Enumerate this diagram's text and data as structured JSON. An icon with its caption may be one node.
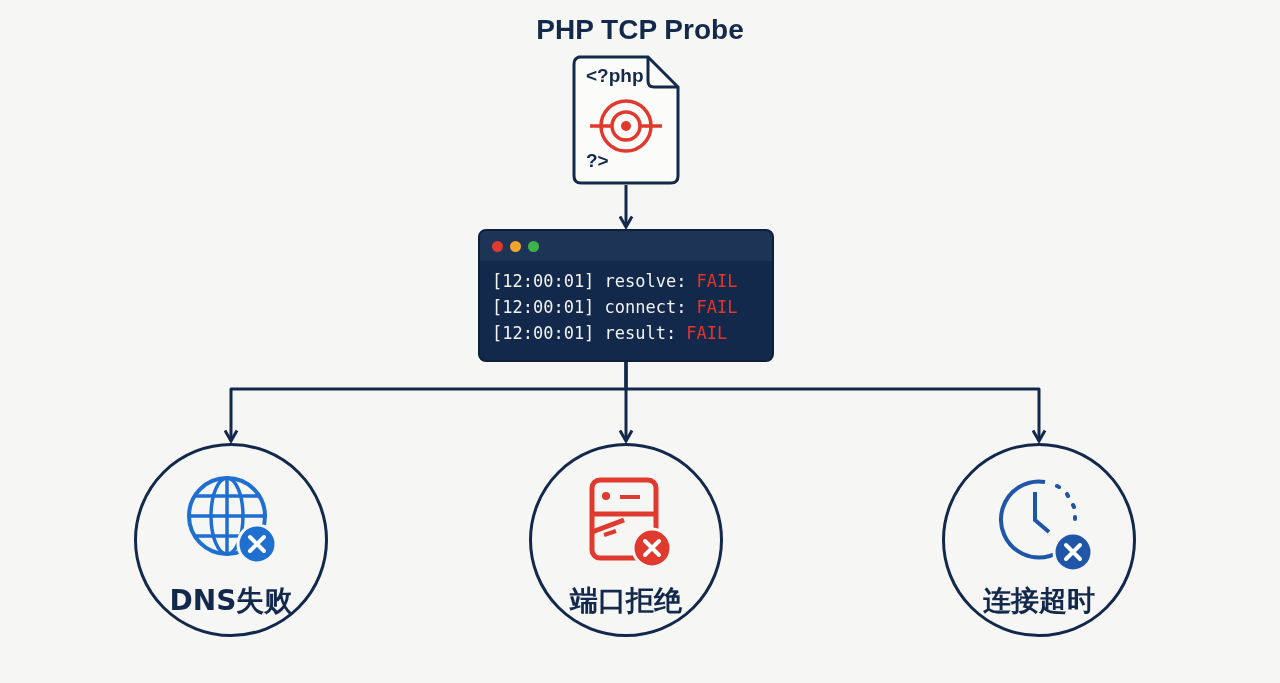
{
  "diagram": {
    "title": "PHP TCP Probe",
    "nodes": [
      {
        "text": [
          "<?php",
          "?>"
        ]
      },
      {
        "text": [
          "[12:00:01] resolve:",
          "FAIL",
          "[12:00:01] connect:",
          "FAIL",
          "[12:00:01] result:",
          "FAIL"
        ]
      },
      {
        "text": [
          "DNS失败"
        ]
      },
      {
        "text": [
          "端口拒绝"
        ]
      },
      {
        "text": [
          "连接超时"
        ]
      }
    ],
    "edges": [
      {
        "from": 0,
        "to": 1,
        "arrow": "to"
      },
      {
        "from": 1,
        "to": 2,
        "arrow": "to"
      },
      {
        "from": 1,
        "to": 3,
        "arrow": "to"
      },
      {
        "from": 1,
        "to": 4,
        "arrow": "to"
      }
    ]
  }
}
